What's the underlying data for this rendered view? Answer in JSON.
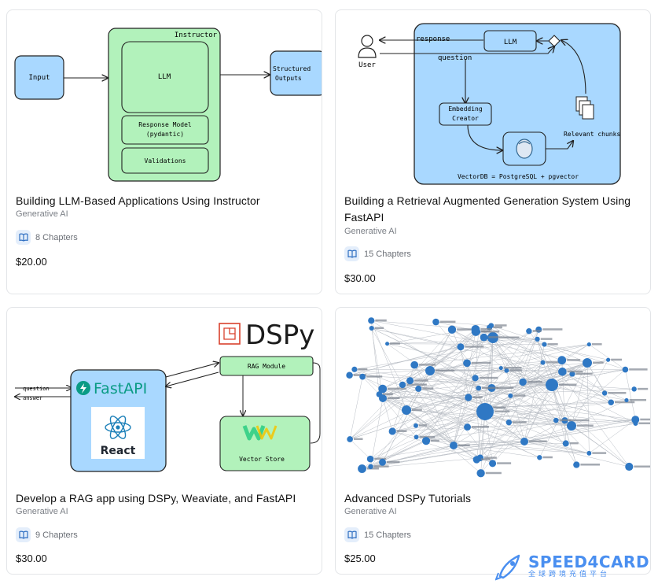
{
  "courses": [
    {
      "title": "Building LLM-Based Applications Using Instructor",
      "category": "Generative AI",
      "chapters": "8 Chapters",
      "price": "$20.00",
      "diagram": {
        "input": "Input",
        "instructor": "Instructor",
        "llm": "LLM",
        "response_model_line1": "Response Model",
        "response_model_line2": "(pydantic)",
        "validations": "Validations",
        "output_line1": "Structured",
        "output_line2": "Outputs"
      }
    },
    {
      "title": "Building a Retrieval Augmented Generation System Using FastAPI",
      "category": "Generative AI",
      "chapters": "15 Chapters",
      "price": "$30.00",
      "diagram": {
        "user": "User",
        "response": "response",
        "question": "question",
        "llm": "LLM",
        "embedding_line1": "Embedding",
        "embedding_line2": "Creator",
        "relevant": "Relevant chunks",
        "vectordb": "VectorDB = PostgreSQL + pgvector"
      }
    },
    {
      "title": "Develop a RAG app using DSPy, Weaviate, and FastAPI",
      "category": "Generative AI",
      "chapters": "9 Chapters",
      "price": "$30.00",
      "diagram": {
        "dspy": "DSPy",
        "question": "question",
        "answer": "answer",
        "fastapi": "FastAPI",
        "react": "React",
        "rag_module": "RAG Module",
        "vector_store": "Vector Store"
      }
    },
    {
      "title": "Advanced DSPy Tutorials",
      "category": "Generative AI",
      "chapters": "15 Chapters",
      "price": "$25.00"
    }
  ],
  "icons": {
    "chapters": "book-open-icon"
  },
  "colors": {
    "accent": "#4a8ff0",
    "diagram_blue": "#a9d8ff",
    "diagram_green": "#b2f2bb",
    "node_blue": "#2f78c4"
  },
  "watermark": {
    "brand": "SPEED4CARD",
    "subtitle": "全球跨境充值平台"
  }
}
